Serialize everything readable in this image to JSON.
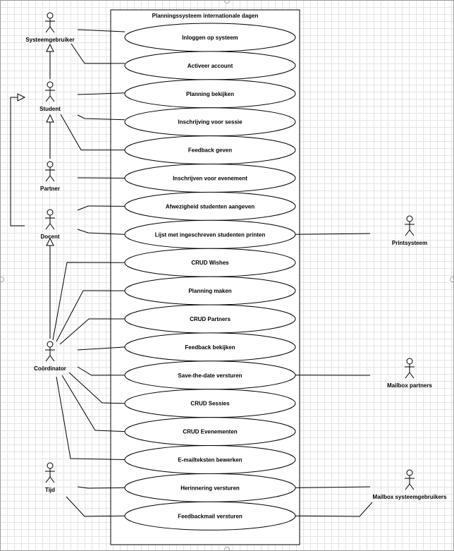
{
  "diagram": {
    "system_title": "Planningssysteem internationale dagen",
    "use_cases": [
      {
        "id": "uc-inloggen",
        "label": "Inloggen op systeem"
      },
      {
        "id": "uc-activeer",
        "label": "Activeer account"
      },
      {
        "id": "uc-planning-bekijken",
        "label": "Planning bekijken"
      },
      {
        "id": "uc-inschrijving-sessie",
        "label": "Inschrijving voor sessie"
      },
      {
        "id": "uc-feedback-geven",
        "label": "Feedback geven"
      },
      {
        "id": "uc-inschrijven-evenement",
        "label": "Inschrijven voor evenement"
      },
      {
        "id": "uc-afwezigheid",
        "label": "Afwezigheid studenten aangeven"
      },
      {
        "id": "uc-lijst-printen",
        "label": "Lijst met ingeschreven studenten printen"
      },
      {
        "id": "uc-crud-wishes",
        "label": "CRUD Wishes"
      },
      {
        "id": "uc-planning-maken",
        "label": "Planning maken"
      },
      {
        "id": "uc-crud-partners",
        "label": "CRUD Partners"
      },
      {
        "id": "uc-feedback-bekijken",
        "label": "Feedback bekijken"
      },
      {
        "id": "uc-save-the-date",
        "label": "Save-the-date versturen"
      },
      {
        "id": "uc-crud-sessies",
        "label": "CRUD Sessies"
      },
      {
        "id": "uc-crud-evenementen",
        "label": "CRUD Evenementen"
      },
      {
        "id": "uc-emailteksten",
        "label": "E-mailteksten bewerken"
      },
      {
        "id": "uc-herinnering",
        "label": "Herinnering versturen"
      },
      {
        "id": "uc-feedbackmail",
        "label": "Feedbackmail versturen"
      }
    ],
    "actors": [
      {
        "id": "actor-systeemgebruiker",
        "label": "Systeemgebruiker"
      },
      {
        "id": "actor-student",
        "label": "Student"
      },
      {
        "id": "actor-partner",
        "label": "Partner"
      },
      {
        "id": "actor-docent",
        "label": "Docent"
      },
      {
        "id": "actor-coordinator",
        "label": "Coördinator"
      },
      {
        "id": "actor-tijd",
        "label": "Tijd"
      },
      {
        "id": "actor-printsysteem",
        "label": "Printsysteem"
      },
      {
        "id": "actor-mailbox-partners",
        "label": "Mailbox partners"
      },
      {
        "id": "actor-mailbox-systeemgebruikers",
        "label": "Mailbox systeemgebruikers"
      }
    ],
    "associations": [
      {
        "actor": "actor-systeemgebruiker",
        "use_case": "uc-inloggen"
      },
      {
        "actor": "actor-systeemgebruiker",
        "use_case": "uc-activeer"
      },
      {
        "actor": "actor-student",
        "use_case": "uc-planning-bekijken"
      },
      {
        "actor": "actor-student",
        "use_case": "uc-inschrijving-sessie"
      },
      {
        "actor": "actor-student",
        "use_case": "uc-feedback-geven"
      },
      {
        "actor": "actor-partner",
        "use_case": "uc-inschrijven-evenement"
      },
      {
        "actor": "actor-docent",
        "use_case": "uc-afwezigheid"
      },
      {
        "actor": "actor-docent",
        "use_case": "uc-lijst-printen"
      },
      {
        "actor": "actor-printsysteem",
        "use_case": "uc-lijst-printen"
      },
      {
        "actor": "actor-coordinator",
        "use_case": "uc-crud-wishes"
      },
      {
        "actor": "actor-coordinator",
        "use_case": "uc-planning-maken"
      },
      {
        "actor": "actor-coordinator",
        "use_case": "uc-crud-partners"
      },
      {
        "actor": "actor-coordinator",
        "use_case": "uc-feedback-bekijken"
      },
      {
        "actor": "actor-coordinator",
        "use_case": "uc-save-the-date"
      },
      {
        "actor": "actor-mailbox-partners",
        "use_case": "uc-save-the-date"
      },
      {
        "actor": "actor-coordinator",
        "use_case": "uc-crud-sessies"
      },
      {
        "actor": "actor-coordinator",
        "use_case": "uc-crud-evenementen"
      },
      {
        "actor": "actor-coordinator",
        "use_case": "uc-emailteksten"
      },
      {
        "actor": "actor-tijd",
        "use_case": "uc-herinnering"
      },
      {
        "actor": "actor-tijd",
        "use_case": "uc-feedbackmail"
      },
      {
        "actor": "actor-mailbox-systeemgebruikers",
        "use_case": "uc-herinnering"
      },
      {
        "actor": "actor-mailbox-systeemgebruikers",
        "use_case": "uc-feedbackmail"
      }
    ],
    "generalizations": [
      {
        "child": "actor-student",
        "parent": "actor-systeemgebruiker"
      },
      {
        "child": "actor-partner",
        "parent": "actor-student"
      },
      {
        "child": "actor-docent",
        "parent": "actor-student"
      },
      {
        "child": "actor-coordinator",
        "parent": "actor-docent"
      }
    ]
  }
}
